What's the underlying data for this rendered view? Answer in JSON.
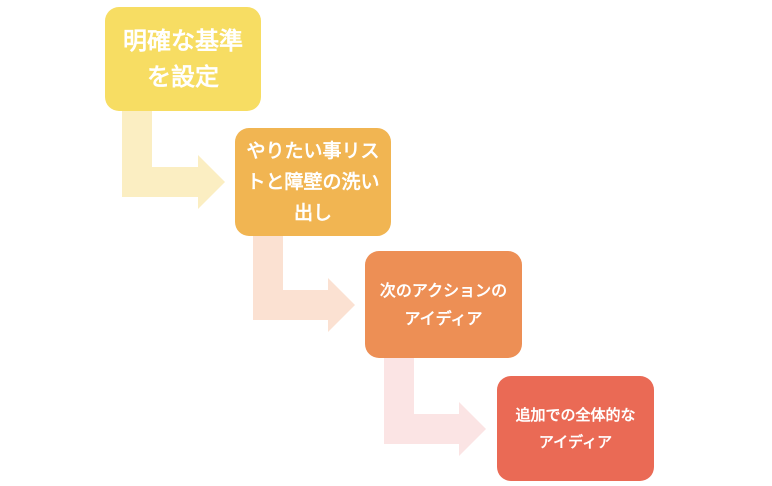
{
  "colors": {
    "step1": "#f7dd63",
    "step2": "#f1b552",
    "step3": "#ed8f55",
    "step4": "#ea6a55",
    "arrow1": "#fbeec2",
    "arrow2": "#fbe1d2",
    "arrow3": "#fbe4e4"
  },
  "steps": [
    {
      "label": "明確な基準を設定"
    },
    {
      "label": "やりたい事リストと障壁の洗い出し"
    },
    {
      "label": "次のアクションのアイディア"
    },
    {
      "label": "追加での全体的なアイディア"
    }
  ]
}
